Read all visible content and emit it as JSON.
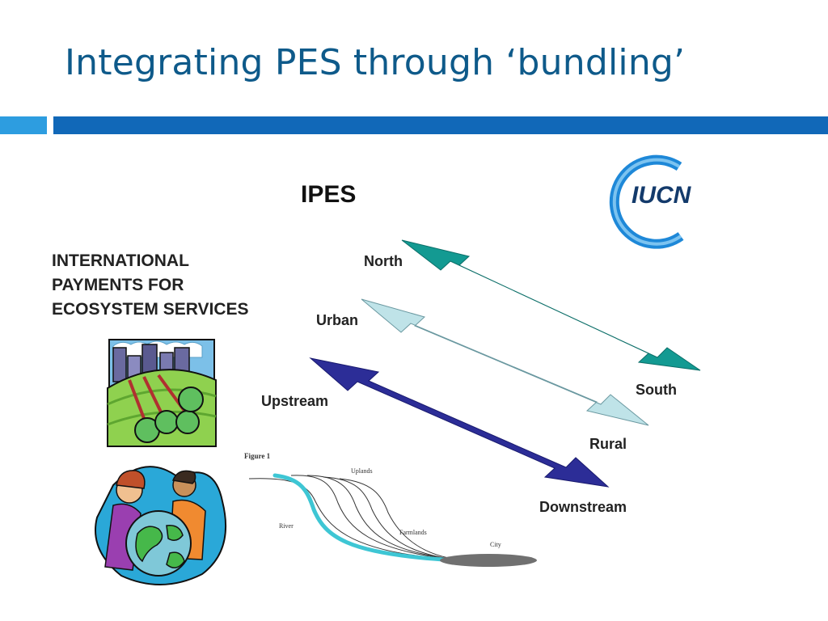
{
  "slide": {
    "title": "Integrating PES through ‘bundling’"
  },
  "diagram": {
    "heading": "IPES",
    "definition_lines": [
      "INTERNATIONAL",
      "PAYMENTS FOR",
      "ECOSYSTEM SERVICES"
    ],
    "arrows": [
      {
        "start_label": "North",
        "end_label": "South",
        "color": "#139a92"
      },
      {
        "start_label": "Urban",
        "end_label": "Rural",
        "color": "#bfe3e8"
      },
      {
        "start_label": "Upstream",
        "end_label": "Downstream",
        "color": "#2c2d97"
      }
    ]
  },
  "logo": {
    "text": "IUCN",
    "ring_color": "#1e88d8"
  },
  "figure": {
    "caption": "Figure 1",
    "labels": {
      "uplands": "Uplands",
      "river": "River",
      "farmlands": "Farmlands",
      "city": "City"
    },
    "river_color": "#3ec6d4"
  },
  "icons": [
    "city-hillside-clipart-icon",
    "people-globe-clipart-icon"
  ]
}
